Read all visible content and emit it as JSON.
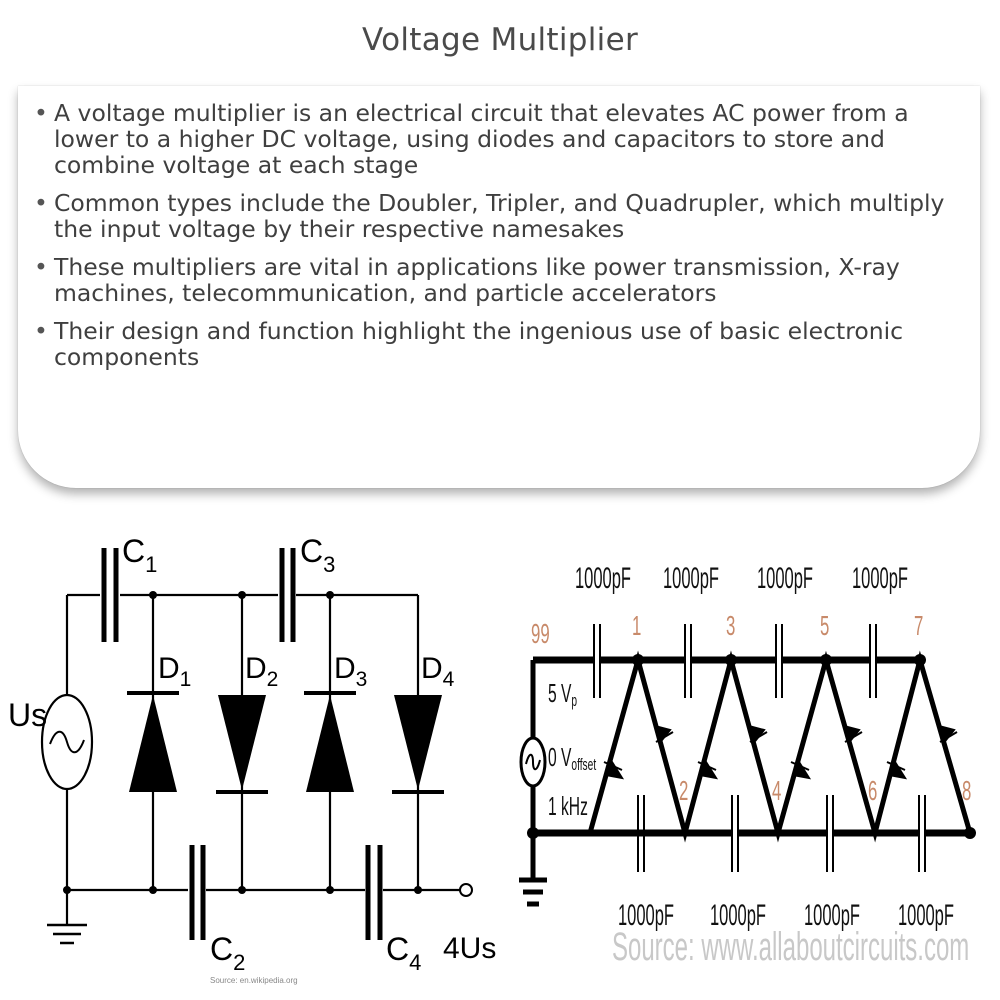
{
  "page_title": "Voltage Multiplier",
  "bullets": [
    "A voltage multiplier is an electrical circuit that elevates AC power from a lower to a higher DC voltage, using diodes and capacitors to store and combine voltage at each stage",
    "Common types include the Doubler, Tripler, and Quadrupler, which multiply the input voltage by their respective namesakes",
    "These multipliers are vital in applications like power transmission, X-ray machines, telecommunication, and particle accelerators",
    "Their design and function highlight the ingenious use of basic electronic components"
  ],
  "left_circuit": {
    "source_label": "Us",
    "output_label": "4Us",
    "capacitors": [
      {
        "letter": "C",
        "sub": "1"
      },
      {
        "letter": "C",
        "sub": "2"
      },
      {
        "letter": "C",
        "sub": "3"
      },
      {
        "letter": "C",
        "sub": "4"
      }
    ],
    "diodes": [
      {
        "letter": "D",
        "sub": "1"
      },
      {
        "letter": "D",
        "sub": "2"
      },
      {
        "letter": "D",
        "sub": "3"
      },
      {
        "letter": "D",
        "sub": "4"
      }
    ],
    "source_credit": "Source: en.wikipedia.org"
  },
  "right_circuit": {
    "cap_value": "1000pF",
    "node_labels": [
      "99",
      "1",
      "2",
      "3",
      "4",
      "5",
      "6",
      "7",
      "8"
    ],
    "source_params": {
      "amplitude": "5 V",
      "amplitude_sub": "p",
      "offset": "0 V",
      "offset_sub": "offset",
      "frequency": "1 kHz"
    },
    "source_credit": "Source: www.allaboutcircuits.com"
  },
  "colors": {
    "node_label": "#c88a6a",
    "ink": "#000000",
    "text": "#3f3f3f"
  }
}
